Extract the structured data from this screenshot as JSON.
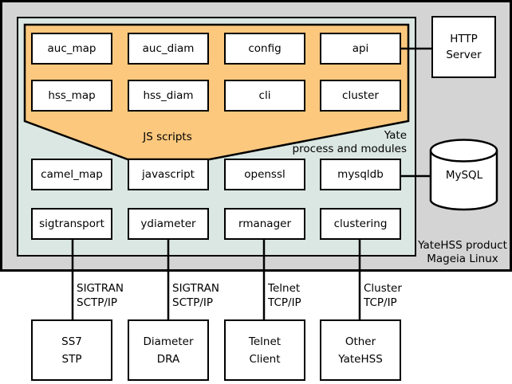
{
  "colors": {
    "outer_bg": "#d4d4d4",
    "inner_bg": "#dbe7e2",
    "js_area_bg": "#fbc87e",
    "node_bg": "#ffffff",
    "line": "#000000"
  },
  "outer_box": {
    "label_line1": "YateHSS product",
    "label_line2": "Mageia Linux"
  },
  "inner_box": {
    "label_line1": "Yate",
    "label_line2": "process and modules"
  },
  "js_area": {
    "label": "JS scripts",
    "boxes": [
      "auc_map",
      "auc_diam",
      "config",
      "api",
      "hss_map",
      "hss_diam",
      "cli",
      "cluster"
    ]
  },
  "modules": [
    "camel_map",
    "javascript",
    "openssl",
    "mysqldb",
    "sigtransport",
    "ydiameter",
    "rmanager",
    "clustering"
  ],
  "servers": {
    "http_line1": "HTTP",
    "http_line2": "Server",
    "mysql": "MySQL"
  },
  "connections": [
    {
      "line1": "SIGTRAN",
      "line2": "SCTP/IP"
    },
    {
      "line1": "SIGTRAN",
      "line2": "SCTP/IP"
    },
    {
      "line1": "Telnet",
      "line2": "TCP/IP"
    },
    {
      "line1": "Cluster",
      "line2": "TCP/IP"
    }
  ],
  "peers": [
    {
      "line1": "SS7",
      "line2": "STP"
    },
    {
      "line1": "Diameter",
      "line2": "DRA"
    },
    {
      "line1": "Telnet",
      "line2": "Client"
    },
    {
      "line1": "Other",
      "line2": "YateHSS"
    }
  ]
}
